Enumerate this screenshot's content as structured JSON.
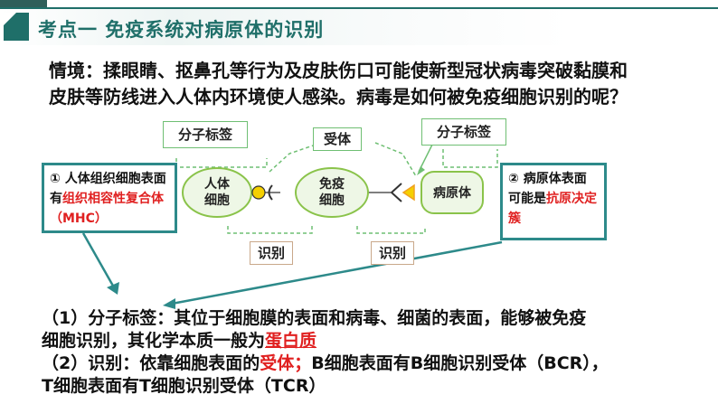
{
  "header": {
    "title": "考点一  免疫系统对病原体的识别"
  },
  "scenario": {
    "line1": "情境：揉眼睛、抠鼻孔等行为及皮肤伤口可能使新型冠状病毒突破黏膜和",
    "line2": "皮肤等防线进入人体内环境使人感染。病毒是如何被免疫细胞识别的呢？"
  },
  "diagram": {
    "label_molecular_tag_left": "分子标签",
    "label_receptor": "受体",
    "label_molecular_tag_right": "分子标签",
    "cell_human_line1": "人体",
    "cell_human_line2": "细胞",
    "cell_immune_line1": "免疫",
    "cell_immune_line2": "细胞",
    "cell_pathogen": "病原体",
    "recognize_left": "识别",
    "recognize_right": "识别"
  },
  "note_left": {
    "part1": "① 人体组织细胞表面有",
    "highlight": "组织相容性复合体（MHC）"
  },
  "note_right": {
    "part1": "② 病原体表面可能是",
    "highlight": "抗原决定簇"
  },
  "explanation": {
    "line1": "（1）分子标签：其位于细胞膜的表面和病毒、细菌的表面，能够被免疫",
    "line2_prefix": "细胞识别，其化学本质一般为",
    "line2_highlight": "蛋白质",
    "line3_prefix": "（2）识别：依靠细胞表面的",
    "line3_highlight": "受体；",
    "line3_suffix": "B细胞表面有B细胞识别受体（BCR），",
    "line4": "T细胞表面有T细胞识别受体（TCR）"
  },
  "colors": {
    "brand": "#1f6f69",
    "cell_border": "#8ac34a",
    "cell_fill": "#eef7e6",
    "note_border": "#2d8a8a",
    "highlight": "#e02020",
    "tag_yellow": "#f5d000",
    "tag_orange": "#f0a020"
  }
}
